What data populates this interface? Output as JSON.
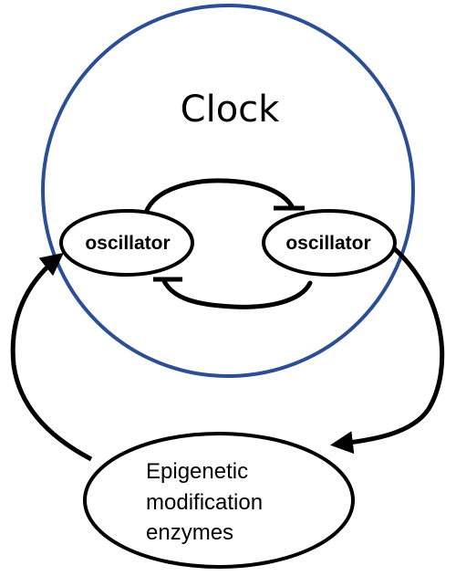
{
  "diagram": {
    "title": "Clock",
    "oscillator_left": "oscillator",
    "oscillator_right": "oscillator",
    "enzymes_lines": [
      "Epigenetic",
      "modification",
      "enzymes"
    ]
  },
  "colors": {
    "clock_circle": "#2b4e94",
    "stroke": "#000000",
    "background": "#ffffff"
  }
}
